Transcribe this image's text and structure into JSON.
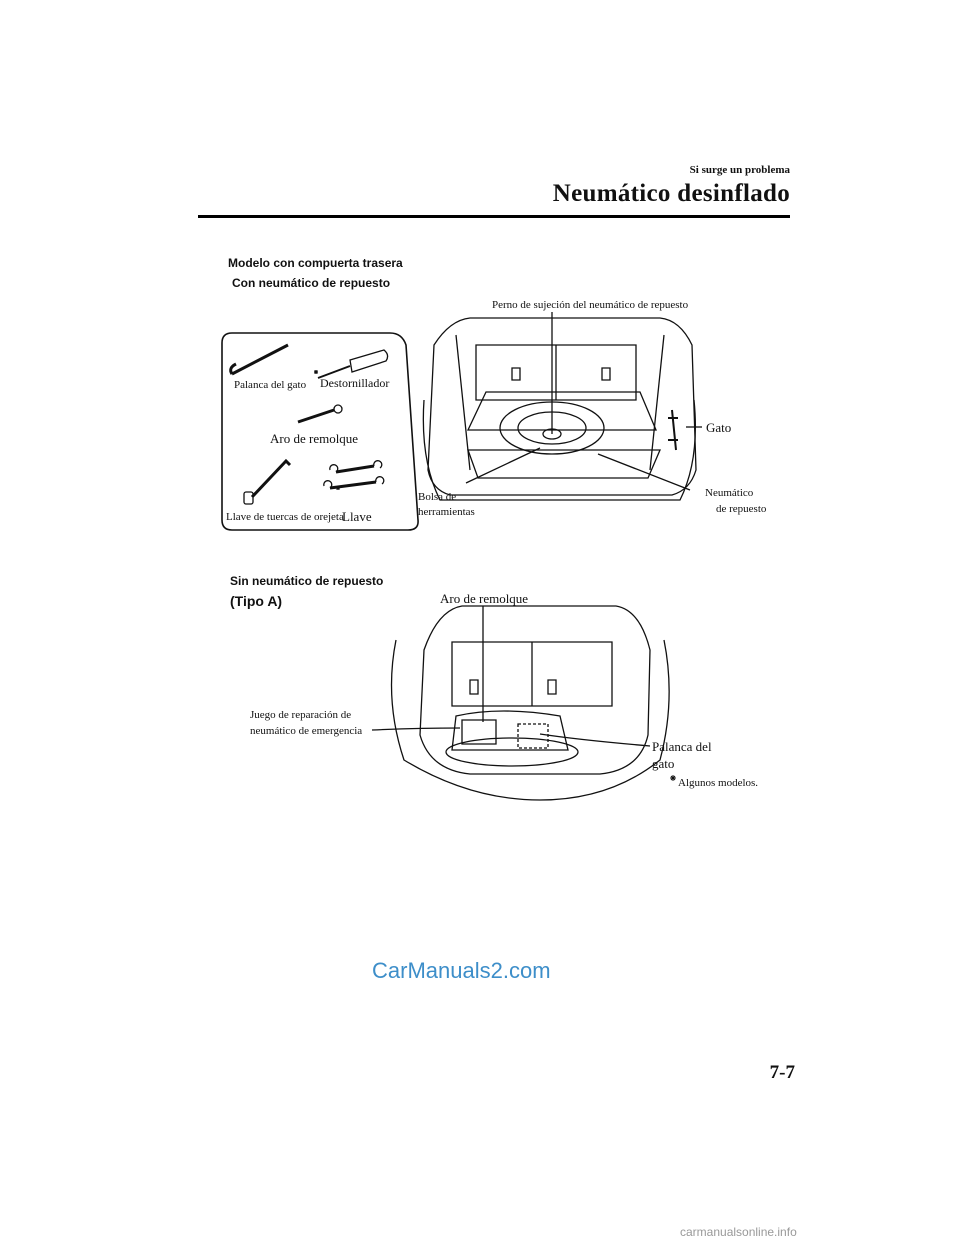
{
  "header": {
    "section": "Si surge un problema",
    "title": "Neumático desinflado"
  },
  "figure1": {
    "model_heading": "Modelo con compuerta trasera",
    "sub_heading": "Con neumático de repuesto",
    "tools": {
      "jack_lever": "Palanca del gato",
      "screwdriver": "Destornillador",
      "tow_hook": "Aro de remolque",
      "lug_wrench": "Llave de tuercas de orejeta",
      "wrench": "Llave"
    },
    "callouts": {
      "spare_bolt": "Perno de sujeción del neumático de repuesto",
      "jack": "Gato",
      "tool_bag_line1": "Bolsa de",
      "tool_bag_line2": "herramientas",
      "spare_tire_line1": "Neumático",
      "spare_tire_line2": "de repuesto"
    }
  },
  "figure2": {
    "heading": "Sin neumático de repuesto",
    "type": "(Tipo A)",
    "callouts": {
      "tow_hook": "Aro de remolque",
      "repair_kit_line1": "Juego de reparación de",
      "repair_kit_line2": "neumático de emergencia",
      "jack_lever_line1": "Palanca del",
      "jack_lever_line2": "gato"
    },
    "footnote": "Algunos modelos."
  },
  "footer": {
    "watermark": "CarManuals2.com",
    "page_number": "7-7",
    "site": "carmanualsonline.info"
  }
}
